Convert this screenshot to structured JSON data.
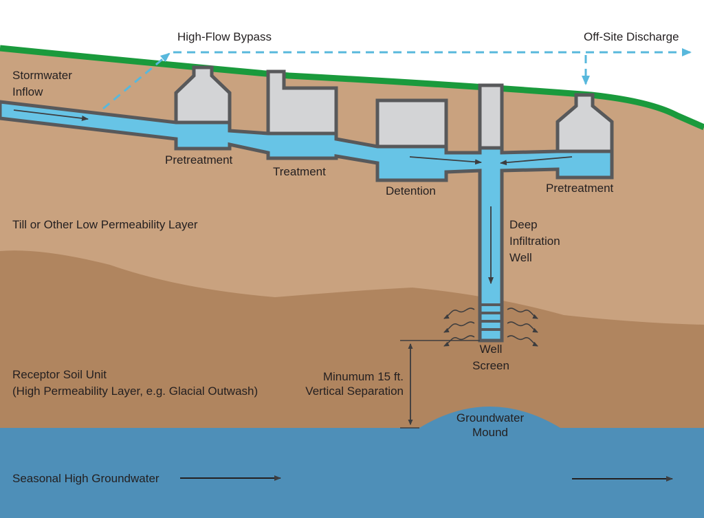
{
  "colors": {
    "sky": "#ffffff",
    "grass": "#1a9a3c",
    "upper_soil": "#c9a27f",
    "receptor_soil": "#b0855f",
    "groundwater": "#4e8fb8",
    "water": "#67c4e6",
    "structure_fill": "#d3d4d6",
    "structure_outline": "#58595b",
    "bypass_line": "#58b8dc",
    "text": "#231f20"
  },
  "labels": {
    "high_flow_bypass": "High-Flow Bypass",
    "off_site_discharge": "Off-Site Discharge",
    "stormwater_inflow_line1": "Stormwater",
    "stormwater_inflow_line2": "Inflow",
    "pretreatment_left": "Pretreatment",
    "treatment": "Treatment",
    "detention": "Detention",
    "pretreatment_right": "Pretreatment",
    "till_layer": "Till or Other Low Permeability Layer",
    "deep_well_line1": "Deep",
    "deep_well_line2": "Infiltration",
    "deep_well_line3": "Well",
    "well_screen_line1": "Well",
    "well_screen_line2": "Screen",
    "receptor_line1": "Receptor Soil Unit",
    "receptor_line2": "(High Permeability Layer, e.g. Glacial Outwash)",
    "separation_line1": "Minumum 15 ft.",
    "separation_line2": "Vertical Separation",
    "mound_line1": "Groundwater",
    "mound_line2": "Mound",
    "seasonal_groundwater": "Seasonal High Groundwater"
  },
  "icons": {
    "flow_arrow": "arrow-right",
    "bypass_arrow": "dashed-arrow",
    "infiltration_wave": "wavy-arrow"
  }
}
